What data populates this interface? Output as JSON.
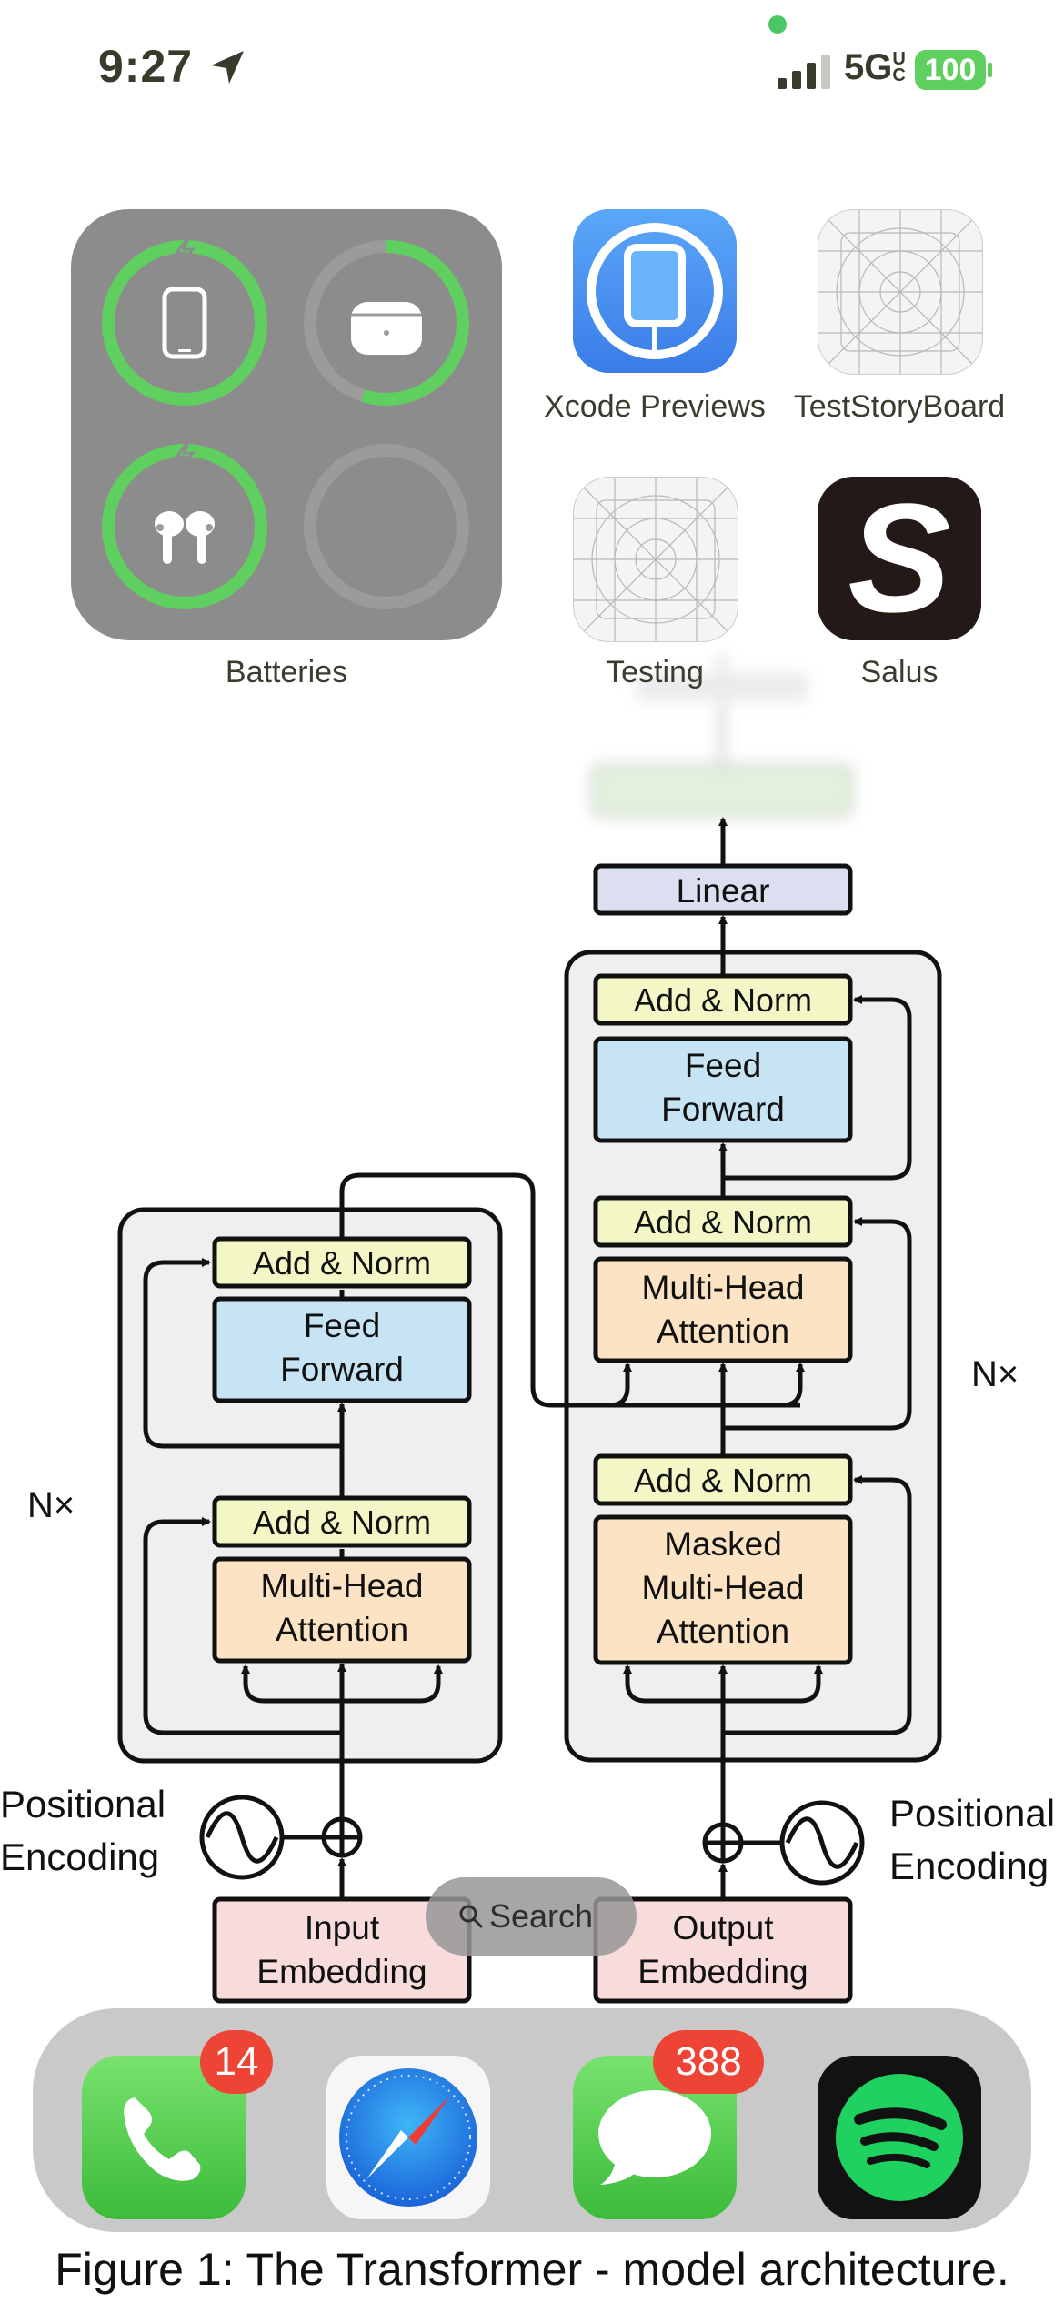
{
  "status_bar": {
    "time": "9:27",
    "network": "5G",
    "network_suffix": "UC",
    "battery": "100",
    "signal_bars_filled": 3
  },
  "widget": {
    "label": "Batteries",
    "devices": [
      {
        "name": "iphone-icon",
        "level": 1.0,
        "charging": true
      },
      {
        "name": "airpods-case-icon",
        "level": 0.55,
        "charging": false
      },
      {
        "name": "airpods-icon",
        "level": 1.0,
        "charging": true
      },
      {
        "name": "empty-slot",
        "level": 0,
        "charging": false
      }
    ]
  },
  "apps": [
    {
      "label": "Xcode Previews"
    },
    {
      "label": "TestStoryBoard"
    },
    {
      "label": "Testing"
    },
    {
      "label": "Salus"
    }
  ],
  "wallpaper": {
    "blocks": {
      "linear": "Linear",
      "add_norm": "Add & Norm",
      "feed_forward_1": "Feed",
      "feed_forward_2": "Forward",
      "mha_1": "Multi-Head",
      "mha_2": "Attention",
      "masked": "Masked",
      "input_emb_1": "Input",
      "input_emb_2": "Embedding",
      "output_emb_1": "Output",
      "output_emb_2": "Embedding",
      "nx": "N×",
      "pos_1": "Positional",
      "pos_2": "Encoding"
    },
    "caption": "Figure 1: The Transformer - model architecture."
  },
  "search": {
    "label": "Search"
  },
  "dock": {
    "apps": [
      {
        "name": "phone",
        "badge": "14"
      },
      {
        "name": "safari",
        "badge": ""
      },
      {
        "name": "messages",
        "badge": "388"
      },
      {
        "name": "spotify",
        "badge": ""
      }
    ]
  },
  "colors": {
    "ring_green": "#5fcf5f",
    "ring_gray": "#9b9b9b",
    "add_norm": "#f3f7c5",
    "feed_forward": "#c7e4f5",
    "attention": "#fbe3c3",
    "embedding": "#f8dcdc",
    "linear": "#dcdff0",
    "badge": "#ee4436"
  }
}
